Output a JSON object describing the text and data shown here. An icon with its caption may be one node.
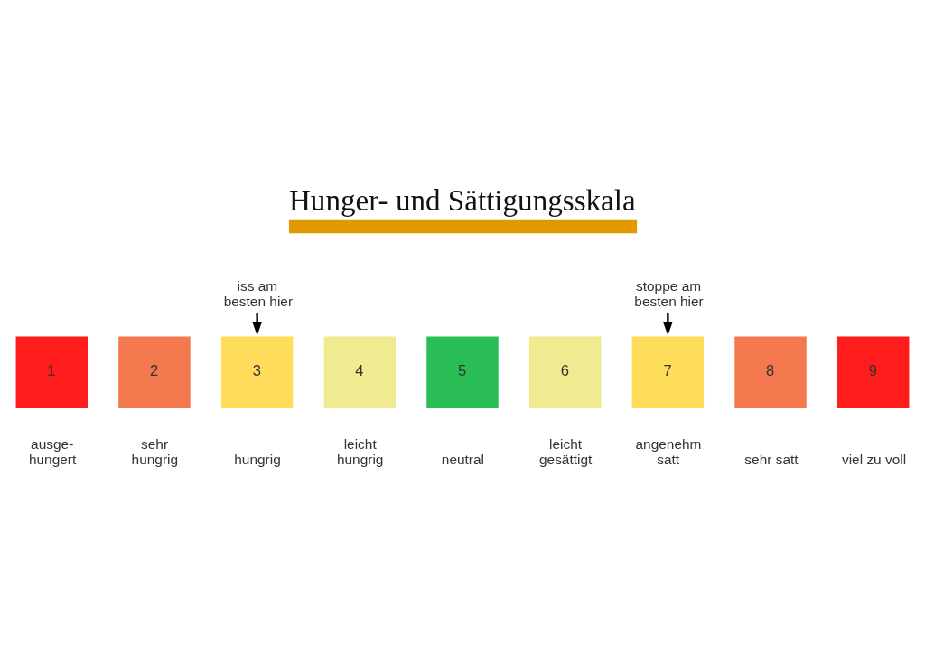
{
  "diagram": {
    "title": "Hunger- und Sättigungsskala",
    "nodes": [
      {
        "text": [
          "iss am besten hier"
        ]
      },
      {
        "text": [
          "stoppe am besten hier"
        ]
      },
      {
        "text": [
          "1"
        ],
        "beside": [
          "ausge- hungert"
        ]
      },
      {
        "text": [
          "2"
        ],
        "beside": [
          "sehr hungrig"
        ]
      },
      {
        "text": [
          "3"
        ],
        "beside": [
          "hungrig"
        ]
      },
      {
        "text": [
          "4"
        ],
        "beside": [
          "leicht hungrig"
        ]
      },
      {
        "text": [
          "5"
        ],
        "beside": [
          "neutral"
        ]
      },
      {
        "text": [
          "6"
        ],
        "beside": [
          "leicht gesättigt"
        ]
      },
      {
        "text": [
          "7"
        ],
        "beside": [
          "angenehm satt"
        ]
      },
      {
        "text": [
          "8"
        ],
        "beside": [
          "sehr satt"
        ]
      },
      {
        "text": [
          "9"
        ],
        "beside": [
          "viel zu voll"
        ]
      }
    ],
    "edges": [
      {
        "from": 0,
        "to": 4,
        "arrow": "to"
      },
      {
        "from": 1,
        "to": 8,
        "arrow": "to"
      }
    ]
  }
}
